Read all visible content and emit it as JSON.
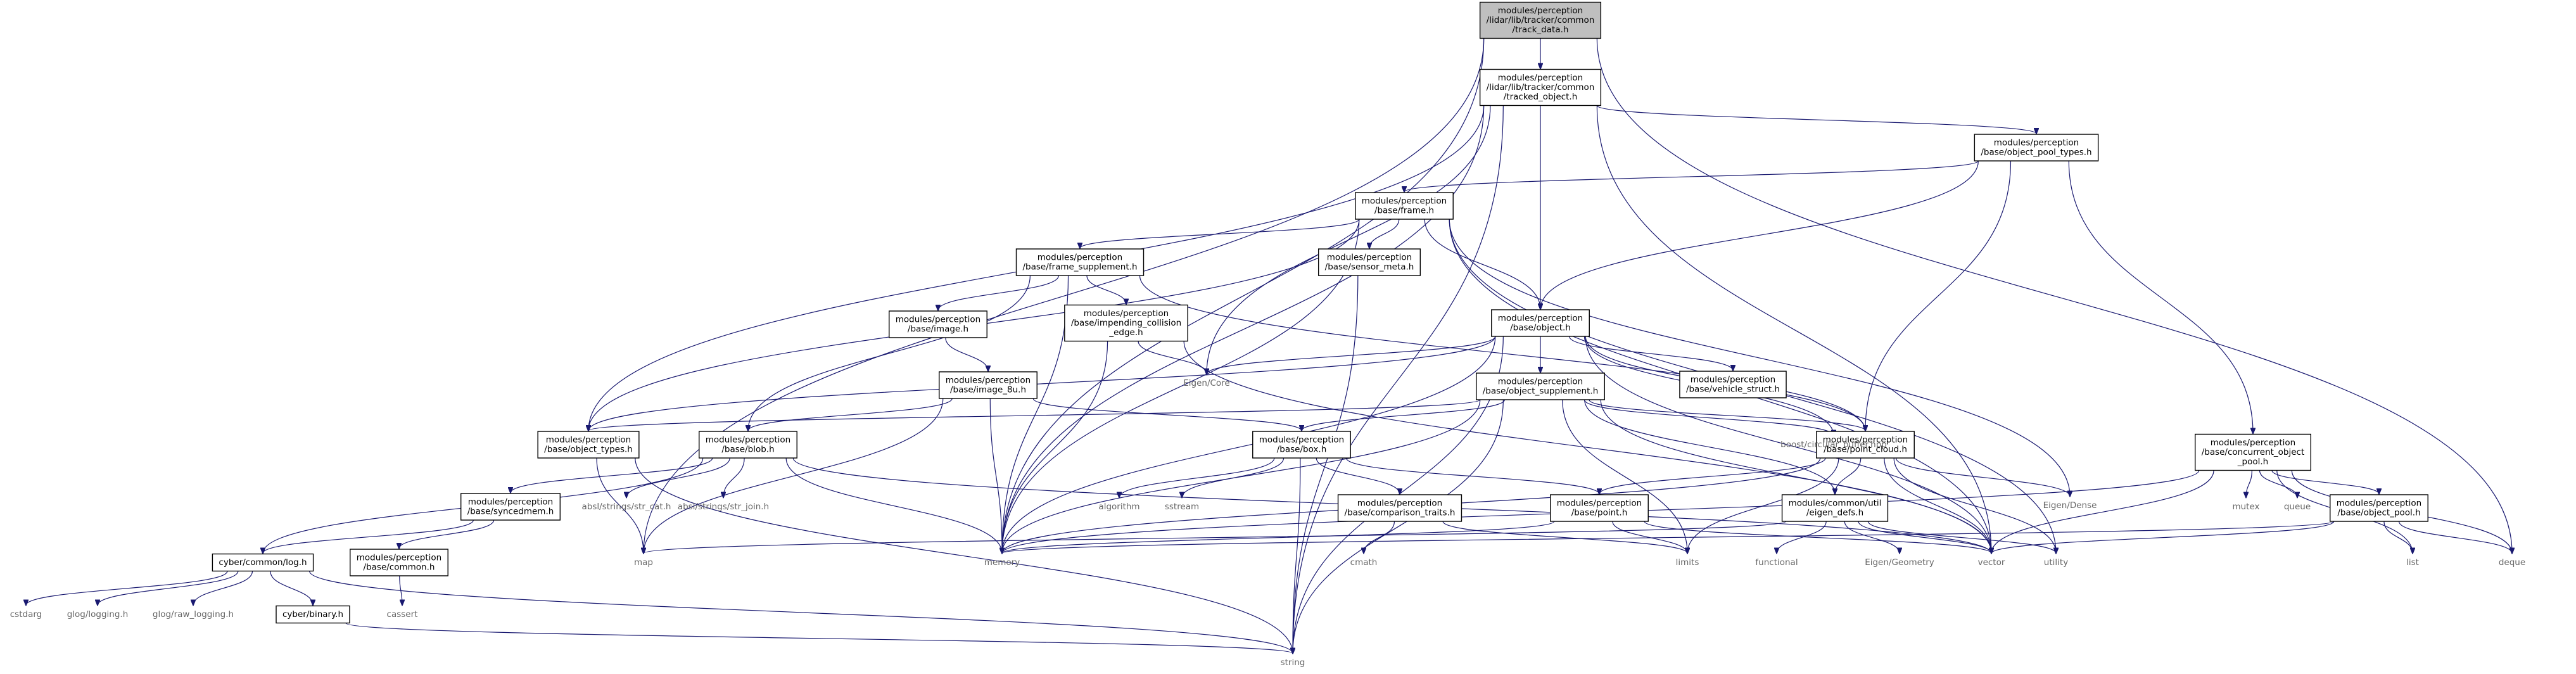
{
  "colors": {
    "edge": "#191970",
    "root_fill": "#bfbfbf",
    "node_fill": "#ffffff",
    "node_border": "#000000",
    "system_text": "#666666"
  },
  "nodes": [
    {
      "id": "root",
      "lines": [
        "modules/perception",
        "/lidar/lib/tracker/common",
        "/track_data.h"
      ],
      "kind": "root"
    },
    {
      "id": "tracked_object",
      "lines": [
        "modules/perception",
        "/lidar/lib/tracker/common",
        "/tracked_object.h"
      ],
      "kind": "file"
    },
    {
      "id": "object_pool_types",
      "lines": [
        "modules/perception",
        "/base/object_pool_types.h"
      ],
      "kind": "file"
    },
    {
      "id": "frame",
      "lines": [
        "modules/perception",
        "/base/frame.h"
      ],
      "kind": "file"
    },
    {
      "id": "frame_supplement",
      "lines": [
        "modules/perception",
        "/base/frame_supplement.h"
      ],
      "kind": "file"
    },
    {
      "id": "sensor_meta",
      "lines": [
        "modules/perception",
        "/base/sensor_meta.h"
      ],
      "kind": "file"
    },
    {
      "id": "object",
      "lines": [
        "modules/perception",
        "/base/object.h"
      ],
      "kind": "file"
    },
    {
      "id": "image",
      "lines": [
        "modules/perception",
        "/base/image.h"
      ],
      "kind": "file"
    },
    {
      "id": "impending",
      "lines": [
        "modules/perception",
        "/base/impending_collision",
        "_edge.h"
      ],
      "kind": "file"
    },
    {
      "id": "image_8u",
      "lines": [
        "modules/perception",
        "/base/image_8u.h"
      ],
      "kind": "file"
    },
    {
      "id": "object_supplement",
      "lines": [
        "modules/perception",
        "/base/object_supplement.h"
      ],
      "kind": "file"
    },
    {
      "id": "vehicle_struct",
      "lines": [
        "modules/perception",
        "/base/vehicle_struct.h"
      ],
      "kind": "file"
    },
    {
      "id": "concurrent_pool",
      "lines": [
        "modules/perception",
        "/base/concurrent_object",
        "_pool.h"
      ],
      "kind": "file"
    },
    {
      "id": "object_types",
      "lines": [
        "modules/perception",
        "/base/object_types.h"
      ],
      "kind": "file"
    },
    {
      "id": "blob",
      "lines": [
        "modules/perception",
        "/base/blob.h"
      ],
      "kind": "file"
    },
    {
      "id": "box",
      "lines": [
        "modules/perception",
        "/base/box.h"
      ],
      "kind": "file"
    },
    {
      "id": "point_cloud",
      "lines": [
        "modules/perception",
        "/base/point_cloud.h"
      ],
      "kind": "file"
    },
    {
      "id": "object_pool",
      "lines": [
        "modules/perception",
        "/base/object_pool.h"
      ],
      "kind": "file"
    },
    {
      "id": "syncedmem",
      "lines": [
        "modules/perception",
        "/base/syncedmem.h"
      ],
      "kind": "file"
    },
    {
      "id": "comparison_traits",
      "lines": [
        "modules/perception",
        "/base/comparison_traits.h"
      ],
      "kind": "file"
    },
    {
      "id": "point",
      "lines": [
        "modules/perception",
        "/base/point.h"
      ],
      "kind": "file"
    },
    {
      "id": "eigen_defs",
      "lines": [
        "modules/common/util",
        "/eigen_defs.h"
      ],
      "kind": "file"
    },
    {
      "id": "common_h",
      "lines": [
        "modules/perception",
        "/base/common.h"
      ],
      "kind": "file"
    },
    {
      "id": "log",
      "lines": [
        "cyber/common/log.h"
      ],
      "kind": "file"
    },
    {
      "id": "binary",
      "lines": [
        "cyber/binary.h"
      ],
      "kind": "file"
    },
    {
      "id": "eigen_core",
      "lines": [
        "Eigen/Core"
      ],
      "kind": "sys"
    },
    {
      "id": "boost_cb",
      "lines": [
        "boost/circular_buffer.hpp"
      ],
      "kind": "sys"
    },
    {
      "id": "eigen_dense",
      "lines": [
        "Eigen/Dense"
      ],
      "kind": "sys"
    },
    {
      "id": "str_cat",
      "lines": [
        "absl/strings/str_cat.h"
      ],
      "kind": "sys"
    },
    {
      "id": "str_join",
      "lines": [
        "absl/strings/str_join.h"
      ],
      "kind": "sys"
    },
    {
      "id": "algorithm",
      "lines": [
        "algorithm"
      ],
      "kind": "sys"
    },
    {
      "id": "sstream",
      "lines": [
        "sstream"
      ],
      "kind": "sys"
    },
    {
      "id": "mutex",
      "lines": [
        "mutex"
      ],
      "kind": "sys"
    },
    {
      "id": "queue",
      "lines": [
        "queue"
      ],
      "kind": "sys"
    },
    {
      "id": "map",
      "lines": [
        "map"
      ],
      "kind": "sys"
    },
    {
      "id": "memory",
      "lines": [
        "memory"
      ],
      "kind": "sys"
    },
    {
      "id": "cmath",
      "lines": [
        "cmath"
      ],
      "kind": "sys"
    },
    {
      "id": "limits",
      "lines": [
        "limits"
      ],
      "kind": "sys"
    },
    {
      "id": "functional",
      "lines": [
        "functional"
      ],
      "kind": "sys"
    },
    {
      "id": "eigen_geometry",
      "lines": [
        "Eigen/Geometry"
      ],
      "kind": "sys"
    },
    {
      "id": "vector",
      "lines": [
        "vector"
      ],
      "kind": "sys"
    },
    {
      "id": "utility",
      "lines": [
        "utility"
      ],
      "kind": "sys"
    },
    {
      "id": "list",
      "lines": [
        "list"
      ],
      "kind": "sys"
    },
    {
      "id": "deque",
      "lines": [
        "deque"
      ],
      "kind": "sys"
    },
    {
      "id": "cassert",
      "lines": [
        "cassert"
      ],
      "kind": "sys"
    },
    {
      "id": "cstdarg",
      "lines": [
        "cstdarg"
      ],
      "kind": "sys"
    },
    {
      "id": "glog_logging",
      "lines": [
        "glog/logging.h"
      ],
      "kind": "sys"
    },
    {
      "id": "glog_raw",
      "lines": [
        "glog/raw_logging.h"
      ],
      "kind": "sys"
    },
    {
      "id": "string",
      "lines": [
        "string"
      ],
      "kind": "sys"
    }
  ],
  "edges": [
    [
      "root",
      "tracked_object"
    ],
    [
      "root",
      "map"
    ],
    [
      "root",
      "memory"
    ],
    [
      "root",
      "deque"
    ],
    [
      "tracked_object",
      "object_pool_types"
    ],
    [
      "tracked_object",
      "object"
    ],
    [
      "tracked_object",
      "object_types"
    ],
    [
      "tracked_object",
      "eigen_core"
    ],
    [
      "tracked_object",
      "memory"
    ],
    [
      "tracked_object",
      "string"
    ],
    [
      "tracked_object",
      "vector"
    ],
    [
      "object_pool_types",
      "frame"
    ],
    [
      "object_pool_types",
      "object"
    ],
    [
      "object_pool_types",
      "point_cloud"
    ],
    [
      "object_pool_types",
      "concurrent_pool"
    ],
    [
      "frame",
      "frame_supplement"
    ],
    [
      "frame",
      "sensor_meta"
    ],
    [
      "frame",
      "object"
    ],
    [
      "frame",
      "object_types"
    ],
    [
      "frame",
      "memory"
    ],
    [
      "frame",
      "vector"
    ],
    [
      "frame",
      "eigen_dense"
    ],
    [
      "frame",
      "utility"
    ],
    [
      "frame_supplement",
      "image"
    ],
    [
      "frame_supplement",
      "impending"
    ],
    [
      "frame_supplement",
      "blob"
    ],
    [
      "frame_supplement",
      "point_cloud"
    ],
    [
      "frame_supplement",
      "memory"
    ],
    [
      "sensor_meta",
      "string"
    ],
    [
      "object",
      "object_supplement"
    ],
    [
      "object",
      "vehicle_struct"
    ],
    [
      "object",
      "object_types"
    ],
    [
      "object",
      "eigen_core"
    ],
    [
      "object",
      "boost_cb"
    ],
    [
      "object",
      "point_cloud"
    ],
    [
      "object",
      "memory"
    ],
    [
      "object",
      "string"
    ],
    [
      "object",
      "vector"
    ],
    [
      "image",
      "image_8u"
    ],
    [
      "impending",
      "eigen_core"
    ],
    [
      "impending",
      "memory"
    ],
    [
      "impending",
      "vector"
    ],
    [
      "image_8u",
      "blob"
    ],
    [
      "image_8u",
      "box"
    ],
    [
      "image_8u",
      "map"
    ],
    [
      "image_8u",
      "memory"
    ],
    [
      "object_supplement",
      "object_types"
    ],
    [
      "object_supplement",
      "box"
    ],
    [
      "object_supplement",
      "boost_cb"
    ],
    [
      "object_supplement",
      "point_cloud"
    ],
    [
      "object_supplement",
      "eigen_defs"
    ],
    [
      "object_supplement",
      "memory"
    ],
    [
      "object_supplement",
      "string"
    ],
    [
      "object_supplement",
      "vector"
    ],
    [
      "object_supplement",
      "limits"
    ],
    [
      "concurrent_pool",
      "object_pool"
    ],
    [
      "concurrent_pool",
      "mutex"
    ],
    [
      "concurrent_pool",
      "queue"
    ],
    [
      "concurrent_pool",
      "list"
    ],
    [
      "concurrent_pool",
      "deque"
    ],
    [
      "concurrent_pool",
      "memory"
    ],
    [
      "concurrent_pool",
      "vector"
    ],
    [
      "object_types",
      "map"
    ],
    [
      "object_types",
      "string"
    ],
    [
      "blob",
      "syncedmem"
    ],
    [
      "blob",
      "log"
    ],
    [
      "blob",
      "str_cat"
    ],
    [
      "blob",
      "str_join"
    ],
    [
      "blob",
      "memory"
    ],
    [
      "blob",
      "vector"
    ],
    [
      "box",
      "algorithm"
    ],
    [
      "box",
      "sstream"
    ],
    [
      "box",
      "comparison_traits"
    ],
    [
      "box",
      "point"
    ],
    [
      "box",
      "string"
    ],
    [
      "point_cloud",
      "point"
    ],
    [
      "point_cloud",
      "eigen_defs"
    ],
    [
      "point_cloud",
      "eigen_dense"
    ],
    [
      "point_cloud",
      "limits"
    ],
    [
      "point_cloud",
      "memory"
    ],
    [
      "point_cloud",
      "vector"
    ],
    [
      "point_cloud",
      "utility"
    ],
    [
      "object_pool",
      "list"
    ],
    [
      "object_pool",
      "deque"
    ],
    [
      "object_pool",
      "memory"
    ],
    [
      "object_pool",
      "vector"
    ],
    [
      "syncedmem",
      "common_h"
    ],
    [
      "syncedmem",
      "log"
    ],
    [
      "comparison_traits",
      "cmath"
    ],
    [
      "comparison_traits",
      "limits"
    ],
    [
      "point",
      "limits"
    ],
    [
      "point",
      "memory"
    ],
    [
      "point",
      "vector"
    ],
    [
      "eigen_defs",
      "functional"
    ],
    [
      "eigen_defs",
      "eigen_geometry"
    ],
    [
      "eigen_defs",
      "map"
    ],
    [
      "eigen_defs",
      "vector"
    ],
    [
      "eigen_defs",
      "utility"
    ],
    [
      "common_h",
      "cassert"
    ],
    [
      "log",
      "cstdarg"
    ],
    [
      "log",
      "glog_logging"
    ],
    [
      "log",
      "glog_raw"
    ],
    [
      "log",
      "binary"
    ],
    [
      "log",
      "string"
    ],
    [
      "binary",
      "string"
    ]
  ]
}
